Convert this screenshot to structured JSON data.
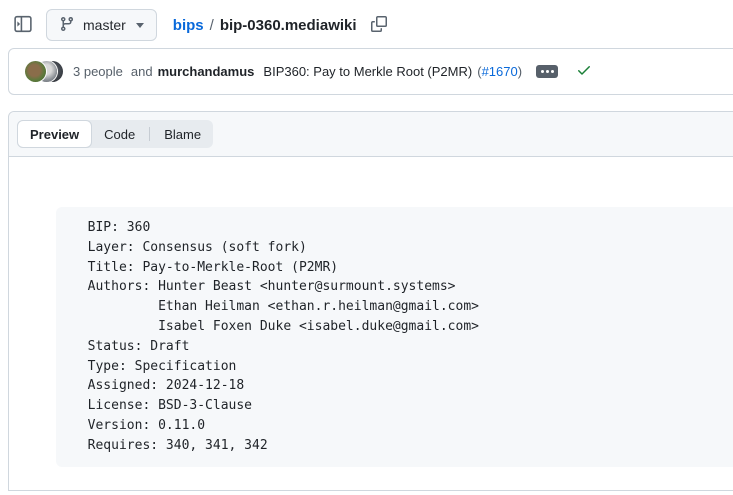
{
  "colors": {
    "accent": "#0969da",
    "success_check": "#1a7f37",
    "border": "#d0d7de",
    "bg_subtle": "#f6f8fa",
    "text": "#1f2328",
    "muted": "#57606a",
    "ellipsis_badge": "#57606a"
  },
  "topbar": {
    "branch": "master",
    "breadcrumb": {
      "repo": "bips",
      "separator": "/",
      "file": "bip-0360.mediawiki"
    }
  },
  "commit": {
    "authors_link": "3 people",
    "conjunction": "and",
    "primary_author": "murchandamus",
    "message": "BIP360: Pay to Merkle Root (P2MR)",
    "pr_open": "(",
    "pr_link": "#1670",
    "pr_close": ")"
  },
  "tabs": [
    {
      "label": "Preview",
      "selected": true
    },
    {
      "label": "Code",
      "selected": false
    },
    {
      "label": "Blame",
      "selected": false
    }
  ],
  "file_content": {
    "lines": [
      "  BIP: 360",
      "  Layer: Consensus (soft fork)",
      "  Title: Pay-to-Merkle-Root (P2MR)",
      "  Authors: Hunter Beast <hunter@surmount.systems>",
      "           Ethan Heilman <ethan.r.heilman@gmail.com>",
      "           Isabel Foxen Duke <isabel.duke@gmail.com>",
      "  Status: Draft",
      "  Type: Specification",
      "  Assigned: 2024-12-18",
      "  License: BSD-3-Clause",
      "  Version: 0.11.0",
      "  Requires: 340, 341, 342"
    ]
  }
}
